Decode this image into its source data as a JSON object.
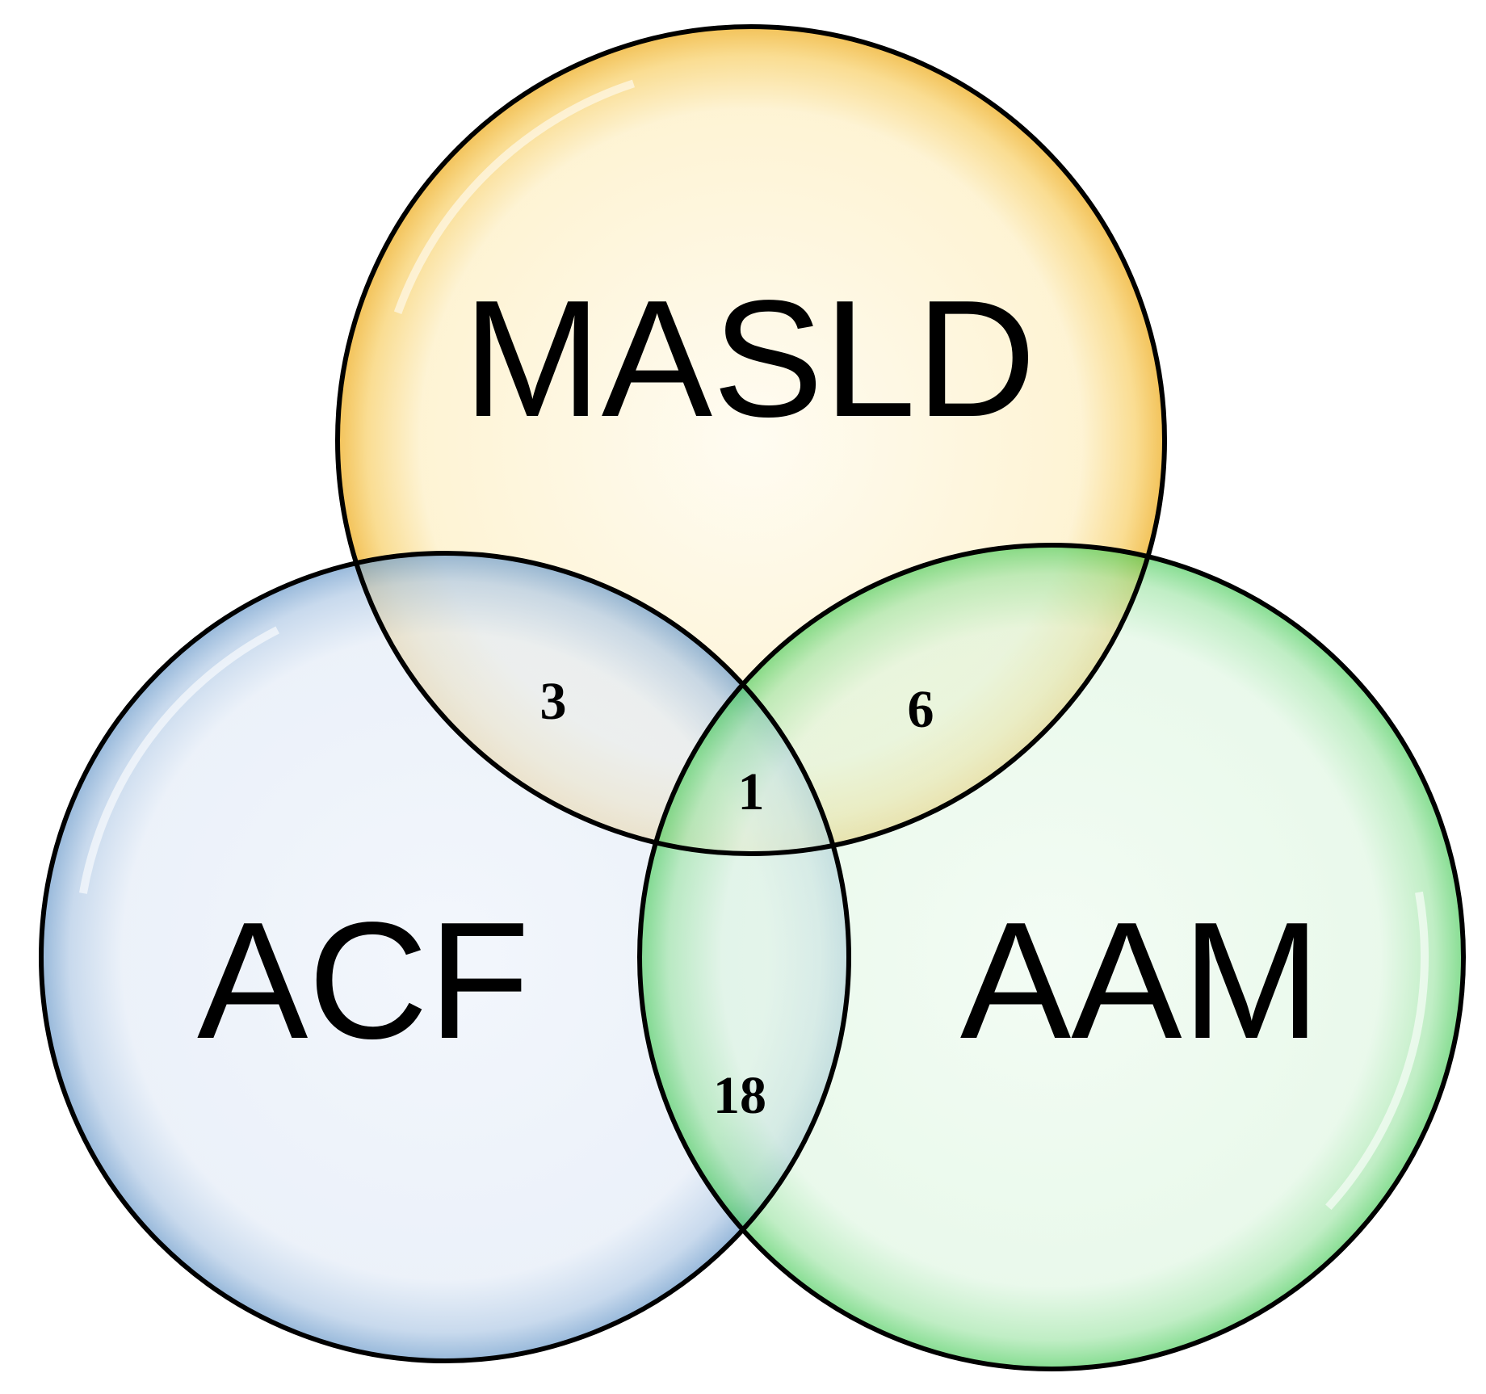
{
  "diagram": {
    "sets": [
      {
        "id": "masld",
        "label": "MASLD",
        "color": "#f6bd35",
        "fill": "#fdf4d6"
      },
      {
        "id": "acf",
        "label": "ACF",
        "color": "#5b93c9",
        "fill": "#e6edf8"
      },
      {
        "id": "aam",
        "label": "AAM",
        "color": "#35c847",
        "fill": "#dff5e1"
      }
    ],
    "regions": [
      {
        "id": "masld-acf",
        "sets": [
          "MASLD",
          "ACF"
        ],
        "count": "3"
      },
      {
        "id": "masld-aam",
        "sets": [
          "MASLD",
          "AAM"
        ],
        "count": "6"
      },
      {
        "id": "masld-acf-aam",
        "sets": [
          "MASLD",
          "ACF",
          "AAM"
        ],
        "count": "1"
      },
      {
        "id": "acf-aam",
        "sets": [
          "ACF",
          "AAM"
        ],
        "count": "18"
      }
    ]
  }
}
